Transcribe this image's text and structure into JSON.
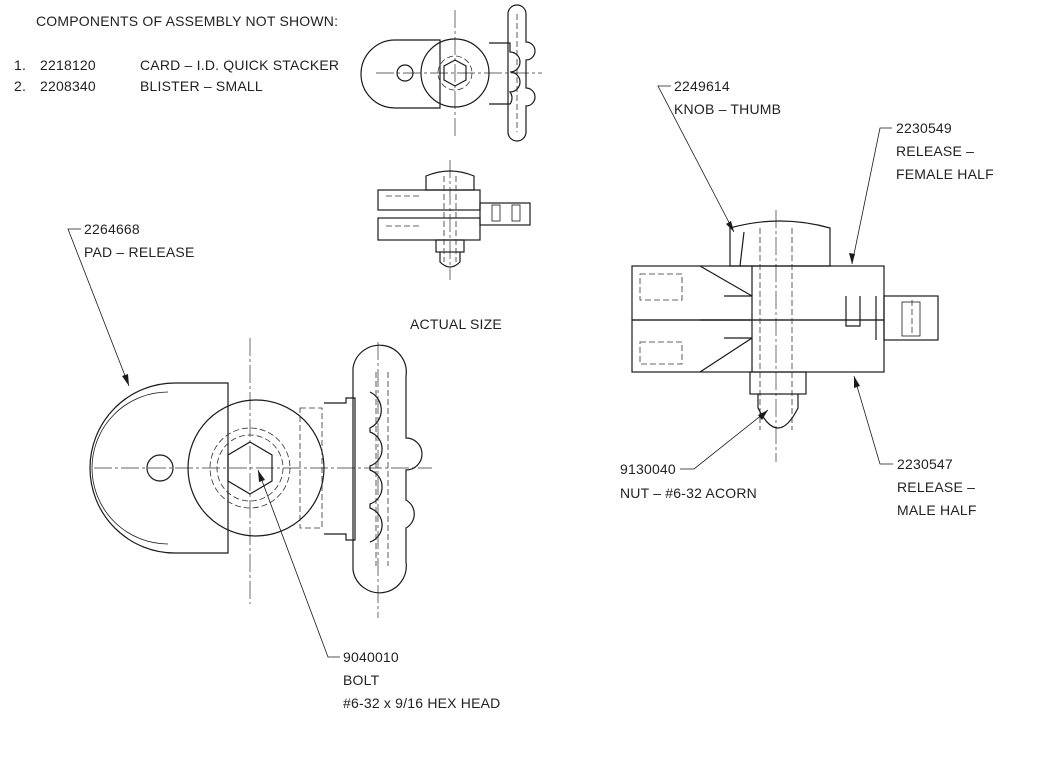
{
  "notes": {
    "heading": "COMPONENTS OF ASSEMBLY NOT SHOWN:",
    "items": [
      {
        "index": "1.",
        "part": "2218120",
        "desc": "CARD – I.D. QUICK STACKER"
      },
      {
        "index": "2.",
        "part": "2208340",
        "desc": "BLISTER – SMALL"
      }
    ]
  },
  "actual_size_label": "ACTUAL SIZE",
  "callouts": {
    "pad": {
      "part": "2264668",
      "lines": [
        "PAD – RELEASE"
      ]
    },
    "bolt": {
      "part": "9040010",
      "lines": [
        "BOLT",
        "#6-32 x 9/16 HEX HEAD"
      ]
    },
    "knob": {
      "part": "2249614",
      "lines": [
        "KNOB – THUMB"
      ]
    },
    "female": {
      "part": "2230549",
      "lines": [
        "RELEASE –",
        "FEMALE HALF"
      ]
    },
    "nut": {
      "part": "9130040",
      "lines": [
        "NUT – #6-32 ACORN"
      ]
    },
    "male": {
      "part": "2230547",
      "lines": [
        "RELEASE –",
        "MALE HALF"
      ]
    }
  }
}
